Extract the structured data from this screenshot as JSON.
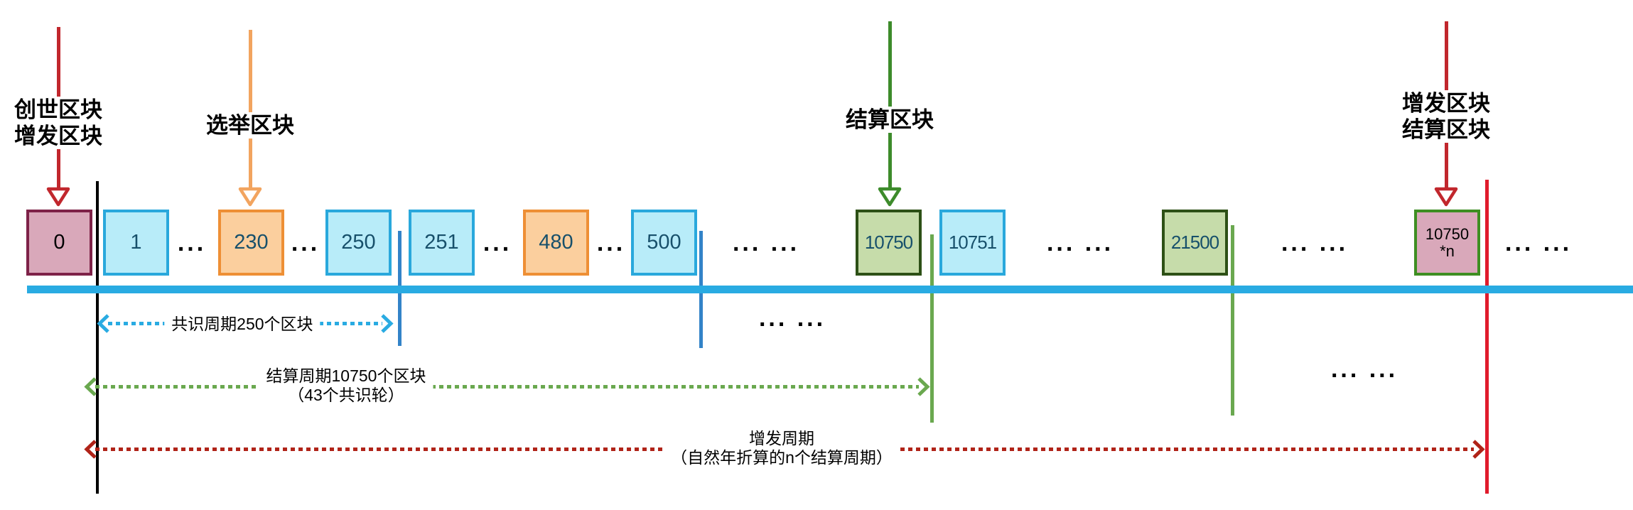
{
  "colors": {
    "timeline_blue": "#29abe2",
    "tick_blue": "#3383c8",
    "block_cyan_fill": "#b8ecf9",
    "block_cyan_border": "#29a8dc",
    "block_orange_fill": "#fbcf9e",
    "block_orange_border": "#ee8f35",
    "block_green_fill": "#c6dcaa",
    "block_green_border": "#2d5016",
    "block_pink_fill": "#d9a8ba",
    "block_pink_border": "#7e2248",
    "issuance_settlement_block_border": "#3e8e22",
    "arrow_red": "#c1272d",
    "arrow_orange": "#f2a45f",
    "arrow_green": "#3d8b2b",
    "dotted_green": "#6aa84f",
    "dotted_dark_red": "#b02318",
    "boundary_red_line": "#e01b2c",
    "boundary_black_line": "#000000",
    "block_number_text": "#17506b"
  },
  "top_labels": {
    "genesis_line1": "创世区块",
    "genesis_line2": "增发区块",
    "election": "选举区块",
    "settlement": "结算区块",
    "issuance_line1": "增发区块",
    "issuance_line2": "结算区块"
  },
  "blocks": {
    "b0": "0",
    "b1": "1",
    "b230": "230",
    "b250": "250",
    "b251": "251",
    "b480": "480",
    "b500": "500",
    "b10750": "10750",
    "b10751": "10751",
    "b21500": "21500",
    "bn_line1": "10750",
    "bn_line2": "*n"
  },
  "ellipsis": {
    "single": "...",
    "double": "... ..."
  },
  "periods": {
    "consensus_label": "共识周期250个区块",
    "settlement_label_line1": "结算周期10750个区块",
    "settlement_label_line2": "（43个共识轮）",
    "issuance_label_line1": "增发周期",
    "issuance_label_line2": "（自然年折算的n个结算周期）"
  }
}
